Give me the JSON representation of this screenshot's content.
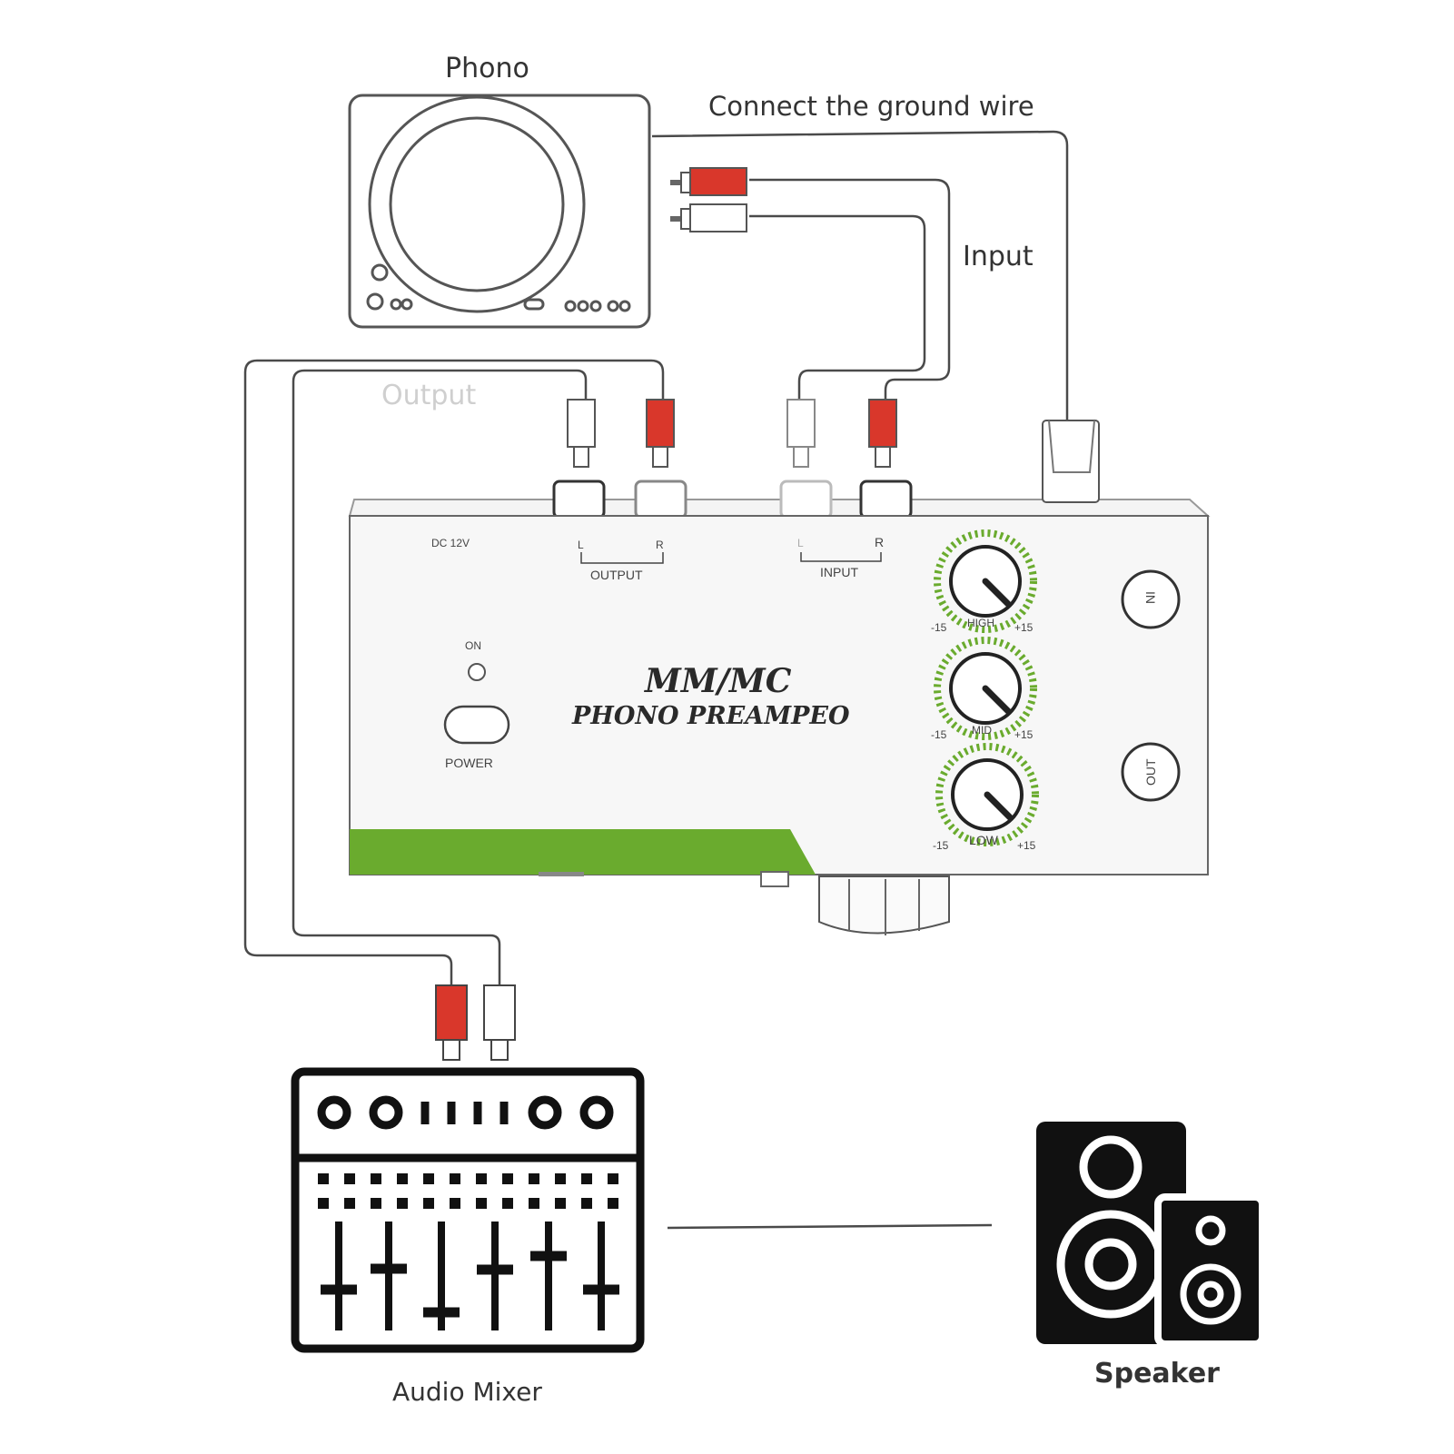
{
  "labels": {
    "phono": "Phono",
    "ground": "Connect the ground wire",
    "input": "Input",
    "output": "Output",
    "dc": "DC 12V",
    "l_out": "L",
    "r_out": "R",
    "output_panel": "OUTPUT",
    "l_in": "L",
    "r_in": "R",
    "input_panel": "INPUT",
    "on": "ON",
    "power": "POWER",
    "brand_line1": "MM/MC",
    "brand_line2": "PHONO  PREAMPEO",
    "knob_high": "HIGH",
    "knob_mid": "MID",
    "knob_low": "LOW",
    "knob_min": "-15",
    "knob_max": "+15",
    "jack_in": "IN",
    "jack_out": "OUT",
    "mixer": "Audio Mixer",
    "speaker": "Speaker"
  },
  "colors": {
    "rca_red": "#d9372b",
    "rca_white": "#ffffff",
    "panel_green": "#6aab2e",
    "icon_black": "#111111"
  }
}
